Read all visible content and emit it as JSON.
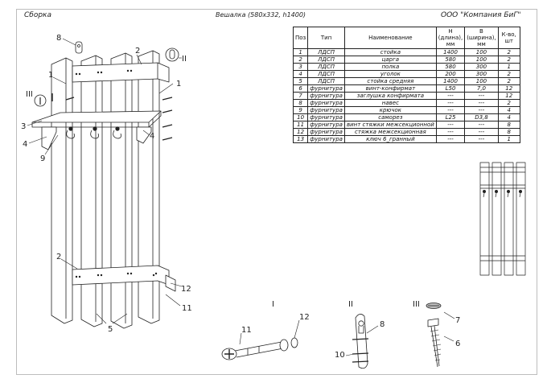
{
  "header": {
    "title": "Сборка",
    "product": "Вешалка  (580х332, h1400)",
    "company": "ООО \"Компания БиГ\""
  },
  "spec_table": {
    "columns": [
      "Поз",
      "Тип",
      "Наименование",
      "Н (длина), мм",
      "В (ширина), мм",
      "К-во, шт"
    ],
    "rows": [
      [
        "1",
        "ЛДСП",
        "стойка",
        "1400",
        "100",
        "2"
      ],
      [
        "2",
        "ЛДСП",
        "царга",
        "580",
        "100",
        "2"
      ],
      [
        "3",
        "ЛДСП",
        "полка",
        "580",
        "300",
        "1"
      ],
      [
        "4",
        "ЛДСП",
        "уголок",
        "200",
        "300",
        "2"
      ],
      [
        "5",
        "ЛДСП",
        "стойка средняя",
        "1400",
        "100",
        "2"
      ],
      [
        "6",
        "фурнитура",
        "винт-конфирмат",
        "L50",
        "7,0",
        "12"
      ],
      [
        "7",
        "фурнитура",
        "заглушка конфирмата",
        "---",
        "---",
        "12"
      ],
      [
        "8",
        "фурнитура",
        "навес",
        "---",
        "---",
        "2"
      ],
      [
        "9",
        "фурнитура",
        "крючок",
        "---",
        "---",
        "4"
      ],
      [
        "10",
        "фурнитура",
        "саморез",
        "L25",
        "D3,8",
        "4"
      ],
      [
        "11",
        "фурнитура",
        "винт стяжки межсекционной",
        "---",
        "---",
        "8"
      ],
      [
        "12",
        "фурнитура",
        "стяжка межсекционная",
        "---",
        "---",
        "8"
      ],
      [
        "13",
        "фурнитура",
        "ключ 6_гранный",
        "---",
        "---",
        "1"
      ]
    ]
  },
  "callouts": {
    "c1a": "1",
    "c1b": "1",
    "c2a": "2",
    "c2b": "2",
    "c3": "3",
    "c4a": "4",
    "c4b": "4",
    "c5": "5",
    "c6": "6",
    "c7": "7",
    "c8a": "8",
    "c8b": "8",
    "c9": "9",
    "c10": "10",
    "c11a": "11",
    "c11b": "11",
    "c12a": "12",
    "c12b": "12",
    "rI": "I",
    "rII": "II",
    "rIII": "III",
    "dI": "I",
    "dII": "II",
    "dIII": "III"
  }
}
